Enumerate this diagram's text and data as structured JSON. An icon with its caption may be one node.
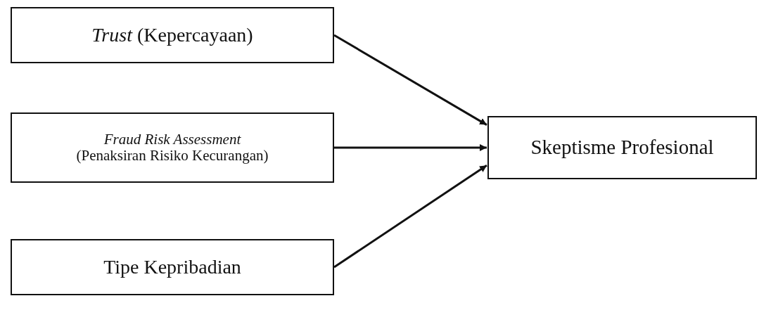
{
  "diagram": {
    "nodes": [
      {
        "text": [
          "*Trust* (Kepercayaan)"
        ]
      },
      {
        "text": [
          "Fraud Risk Assessment",
          "(Penaksiran Risiko Kecurangan)"
        ]
      },
      {
        "text": [
          "Tipe Kepribadian"
        ]
      },
      {
        "text": [
          "Skeptisme Profesional"
        ]
      }
    ],
    "edges": [
      {
        "from": 0,
        "to": 3,
        "arrow": "to"
      },
      {
        "from": 1,
        "to": 3,
        "arrow": "to"
      },
      {
        "from": 2,
        "to": 3,
        "arrow": "to"
      }
    ]
  }
}
